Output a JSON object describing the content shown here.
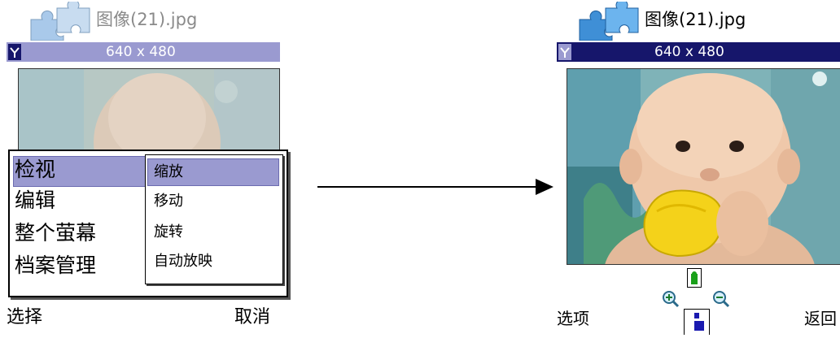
{
  "left_screen": {
    "title": "图像(21).jpg",
    "resolution": "640 x 480",
    "menu": {
      "items": [
        "检视",
        "编辑",
        "整个萤幕",
        "档案管理"
      ],
      "selected_index": 0,
      "submenu": {
        "items": [
          "缩放",
          "移动",
          "旋转",
          "自动放映"
        ],
        "selected_index": 0
      }
    },
    "softkeys": {
      "left": "选择",
      "right": "取消"
    }
  },
  "right_screen": {
    "title": "图像(21).jpg",
    "resolution": "640 x 480",
    "softkeys": {
      "left": "选项",
      "right": "返回"
    }
  },
  "icons": {
    "app": "puzzle-piece-icon",
    "signal": "signal-antenna-icon",
    "zoom_in": "zoom-in-icon",
    "zoom_out": "zoom-out-icon",
    "navigation": "navigation-pad-icon"
  },
  "colors": {
    "left_header_bar": "#9a9ad0",
    "right_header_bar": "#16166b",
    "menu_highlight": "#9a9ad0",
    "puzzle_blue": "#5aa0d8"
  }
}
